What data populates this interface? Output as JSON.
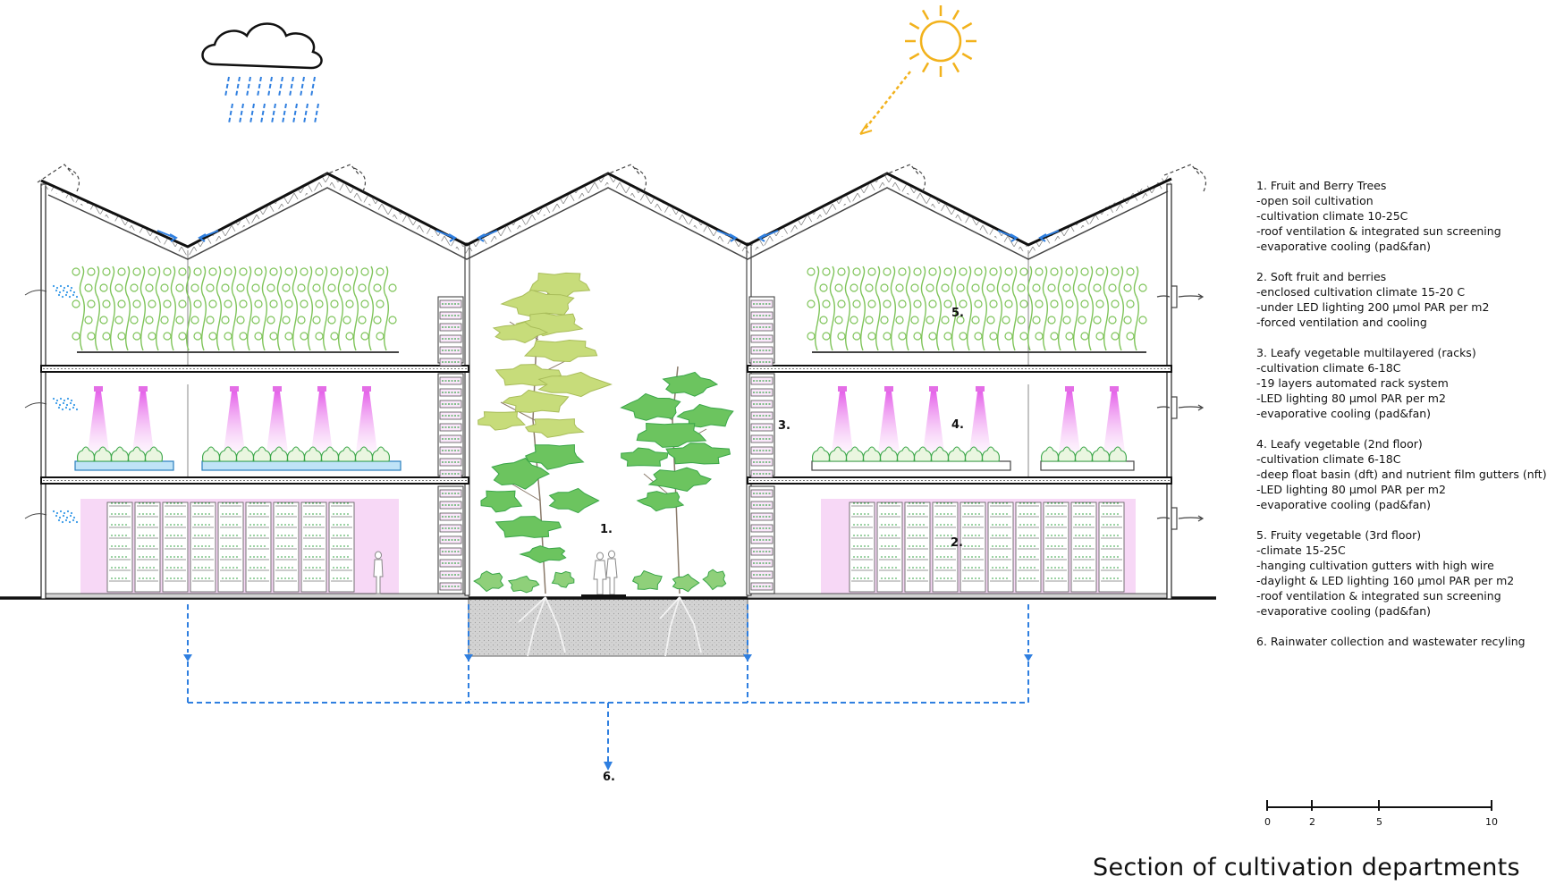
{
  "title": "Section of cultivation departments",
  "legend": [
    {
      "heading": "1. Fruit and Berry Trees",
      "lines": [
        "-open soil cultivation",
        "-cultivation climate 10-25C",
        "-roof ventilation & integrated sun screening",
        "-evaporative cooling (pad&fan)"
      ]
    },
    {
      "heading": "2. Soft fruit and berries",
      "lines": [
        "-enclosed cultivation climate 15-20 C",
        "-under LED lighting 200 µmol PAR per m2",
        "-forced ventilation and cooling"
      ]
    },
    {
      "heading": "3. Leafy vegetable multilayered (racks)",
      "lines": [
        "-cultivation climate 6-18C",
        "-19 layers automated rack system",
        "-LED lighting 80 µmol PAR per m2",
        "-evaporative cooling (pad&fan)"
      ]
    },
    {
      "heading": "4. Leafy vegetable (2nd floor)",
      "lines": [
        "-cultivation climate 6-18C",
        "-deep float basin (dft) and nutrient film gutters (nft)",
        "-LED lighting 80 µmol PAR per m2",
        "-evaporative cooling (pad&fan)"
      ]
    },
    {
      "heading": "5. Fruity vegetable (3rd floor)",
      "lines": [
        "-climate 15-25C",
        "-hanging cultivation gutters with high wire",
        "-daylight & LED lighting 160 µmol PAR per m2",
        "-roof ventilation & integrated sun screening",
        "-evaporative cooling (pad&fan)"
      ]
    },
    {
      "heading": "6. Rainwater collection and wastewater recyling",
      "lines": []
    }
  ],
  "labels": {
    "n1": "1.",
    "n2": "2.",
    "n3": "3.",
    "n4": "4.",
    "n5": "5.",
    "n6": "6."
  },
  "scale": {
    "ticks": [
      "0",
      "2",
      "5",
      "10"
    ]
  },
  "colors": {
    "line": "#1a1a1a",
    "water": "#2f7fe0",
    "sun": "#f2b21c",
    "led": "#e46ee6",
    "plant_light": "#7fc45a",
    "plant_dark": "#3aa648",
    "tree_light": "#c7dc7a",
    "pink_room": "#f7d8f6",
    "soil": "#cfcfcf",
    "basin": "#bfe3f7"
  }
}
